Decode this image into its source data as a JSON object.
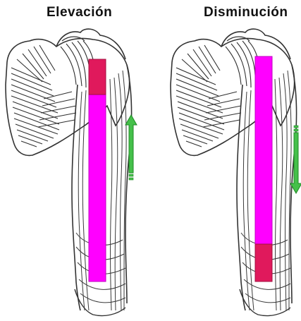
{
  "panels": [
    {
      "title": "Elevación",
      "arrow_direction": "up",
      "highlight_segment": "top"
    },
    {
      "title": "Disminución",
      "arrow_direction": "down",
      "highlight_segment": "bottom"
    }
  ],
  "colors": {
    "muscle_fill": "#ffffff",
    "muscle_stroke": "#3a3a3a",
    "bar_main": "#ff00ff",
    "bar_segment": "#e0195c",
    "arrow": "#45c04a",
    "arrow_outline": "#1f8a26"
  },
  "icons": {
    "left_arrow": "arrow-up-icon",
    "right_arrow": "arrow-down-icon"
  }
}
